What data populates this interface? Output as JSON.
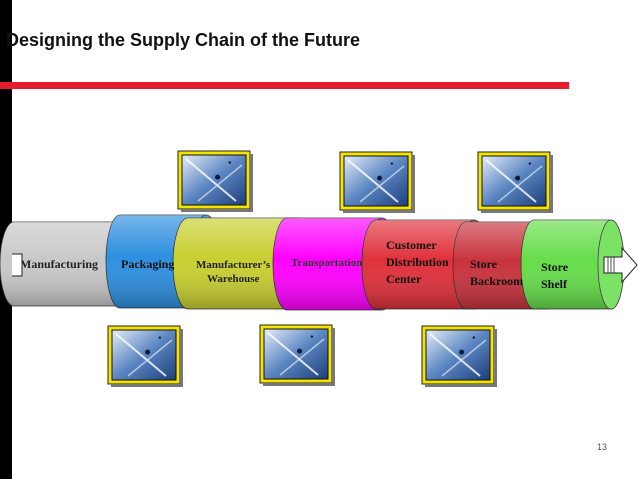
{
  "title": "Designing the Supply Chain of the Future",
  "page_number": "13",
  "accent_color": "#e41e2d",
  "segments": [
    {
      "lines": [
        "Manufacturing"
      ],
      "fill": "#c8c8c8"
    },
    {
      "lines": [
        "Packaging"
      ],
      "fill": "#2e8fe0"
    },
    {
      "lines": [
        "Manufacturer’s",
        "Warehouse"
      ],
      "fill": "#c8cf2f"
    },
    {
      "lines": [
        "Transportation"
      ],
      "fill": "#ff00ff"
    },
    {
      "lines": [
        "Customer",
        "Distribution",
        "Center"
      ],
      "fill": "#e0303a"
    },
    {
      "lines": [
        "Store",
        "Backroom"
      ],
      "fill": "#c8323c"
    },
    {
      "lines": [
        "Store",
        "Shelf"
      ],
      "fill": "#66dd4a"
    }
  ],
  "thumbnails": [
    {
      "name": "thumbnail-packaging",
      "icon": "conveyor-image-icon"
    },
    {
      "name": "thumbnail-distribution-center",
      "icon": "conveyor-image-icon"
    },
    {
      "name": "thumbnail-store-backroom",
      "icon": "conveyor-image-icon"
    },
    {
      "name": "thumbnail-manufacturing",
      "icon": "conveyor-image-icon"
    },
    {
      "name": "thumbnail-transportation",
      "icon": "conveyor-image-icon"
    },
    {
      "name": "thumbnail-customer-center",
      "icon": "conveyor-image-icon"
    }
  ],
  "arrow_icon": "right-arrow-icon"
}
